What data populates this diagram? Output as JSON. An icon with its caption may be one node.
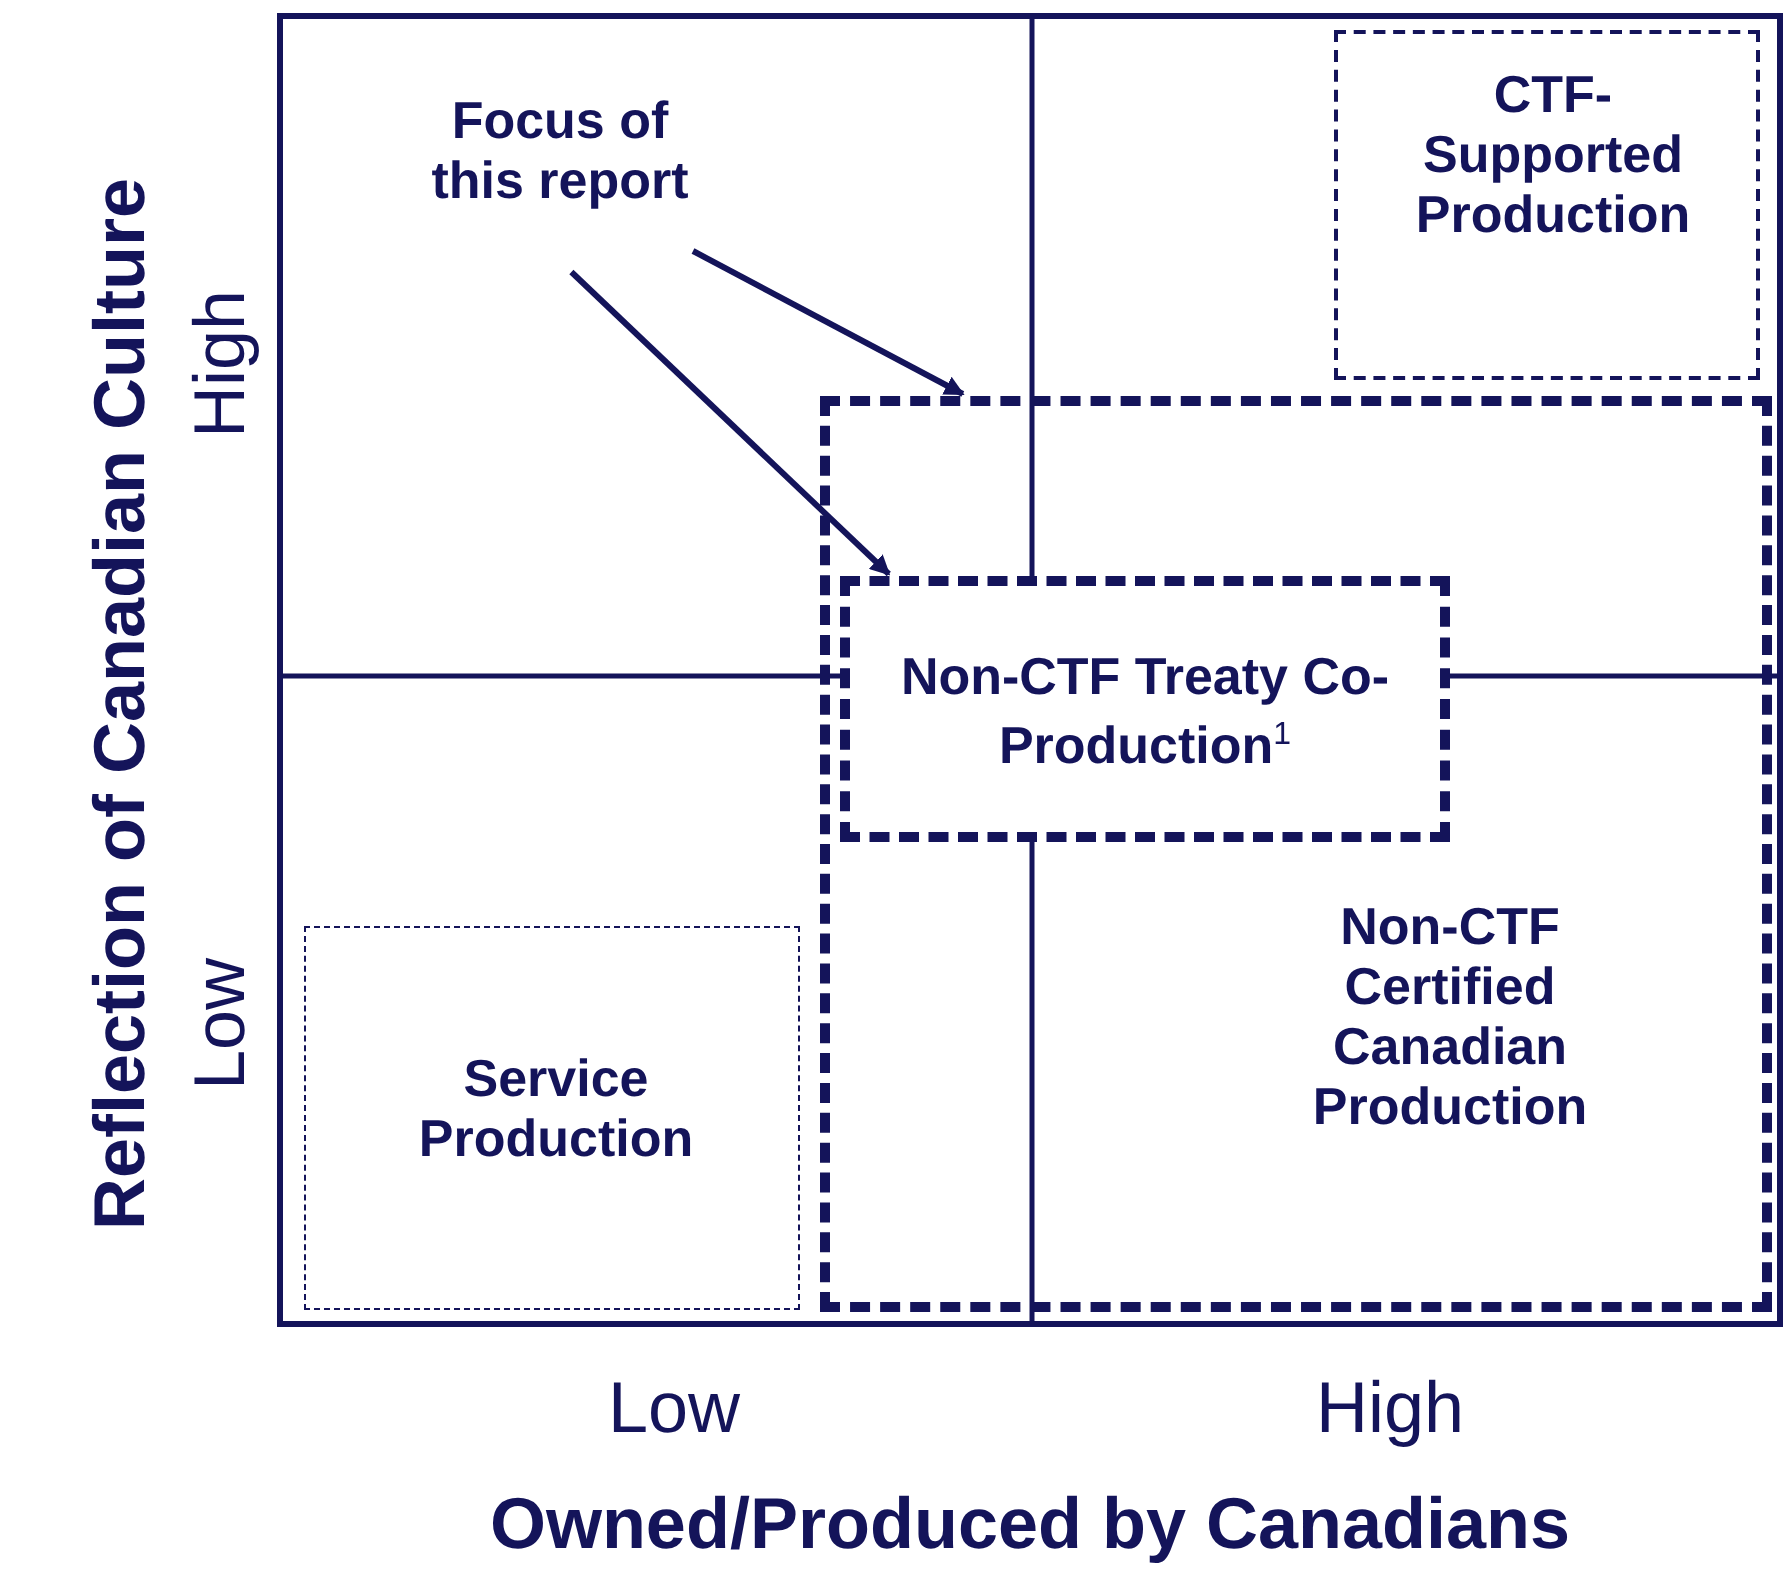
{
  "diagram": {
    "nodes": [
      {
        "text": [
          "Focus of this report"
        ]
      },
      {
        "text": [
          "CTF- Supported Production"
        ]
      },
      {
        "text": [
          "Non-CTF Certified Canadian Production"
        ]
      },
      {
        "text": [
          "Non-CTF Treaty Co-Production$^{1}$"
        ],
        "in": 2
      },
      {
        "text": [
          "Service Production"
        ]
      }
    ],
    "edges": [
      {
        "from": 0,
        "to": 2,
        "arrow": "to"
      },
      {
        "from": 0,
        "to": 3,
        "arrow": "to"
      }
    ],
    "labels": [
      "Reflection of Canadian Culture",
      "High",
      "Low",
      "Low",
      "High",
      "Owned/Produced by Canadians"
    ]
  }
}
